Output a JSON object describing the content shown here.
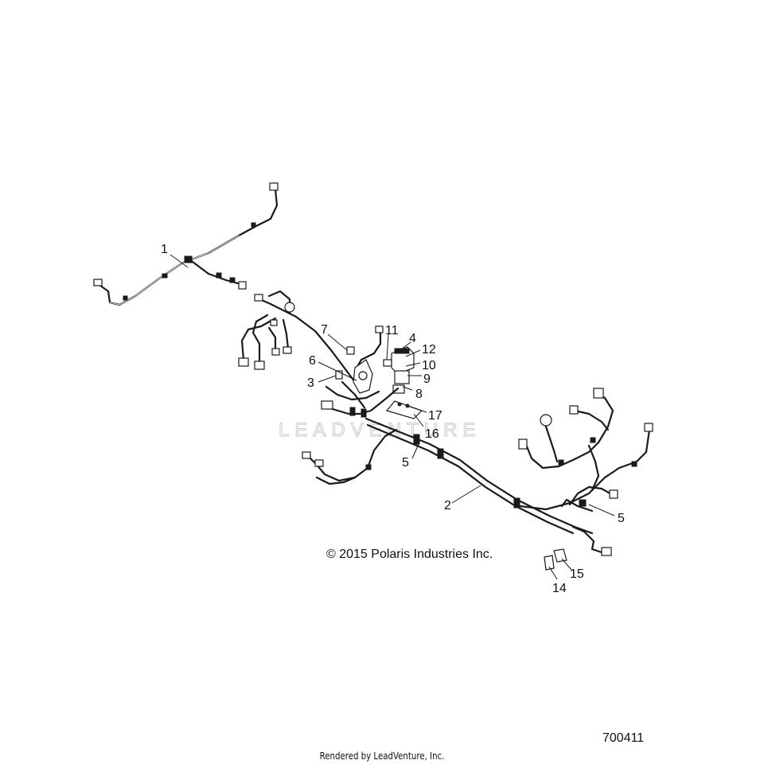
{
  "watermark": "LEADVENTURE",
  "copyright": "© 2015 Polaris Industries Inc.",
  "diagram_id": "700411",
  "rendered_by": "Rendered by LeadVenture, Inc.",
  "callouts": {
    "c1": "1",
    "c2": "2",
    "c3": "3",
    "c4": "4",
    "c5a": "5",
    "c5b": "5",
    "c6": "6",
    "c7": "7",
    "c8": "8",
    "c9": "9",
    "c10": "10",
    "c11": "11",
    "c12": "12",
    "c14": "14",
    "c15": "15",
    "c16": "16",
    "c17": "17"
  }
}
